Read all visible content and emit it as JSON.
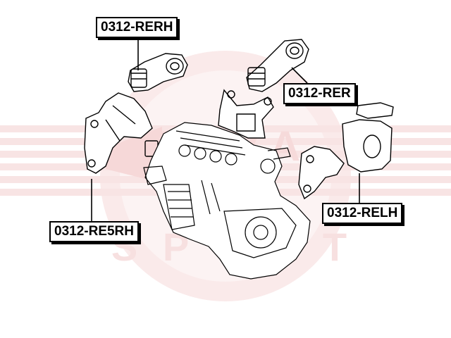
{
  "callouts": {
    "rerh": "0312-RERH",
    "rer": "0312-RER",
    "relh": "0312-RELH",
    "re5rh": "0312-RE5RH"
  },
  "watermark": {
    "text": "ASVA SPORT",
    "color": "#f2c4c4"
  },
  "colors": {
    "line": "#000000",
    "paper": "#ffffff"
  }
}
